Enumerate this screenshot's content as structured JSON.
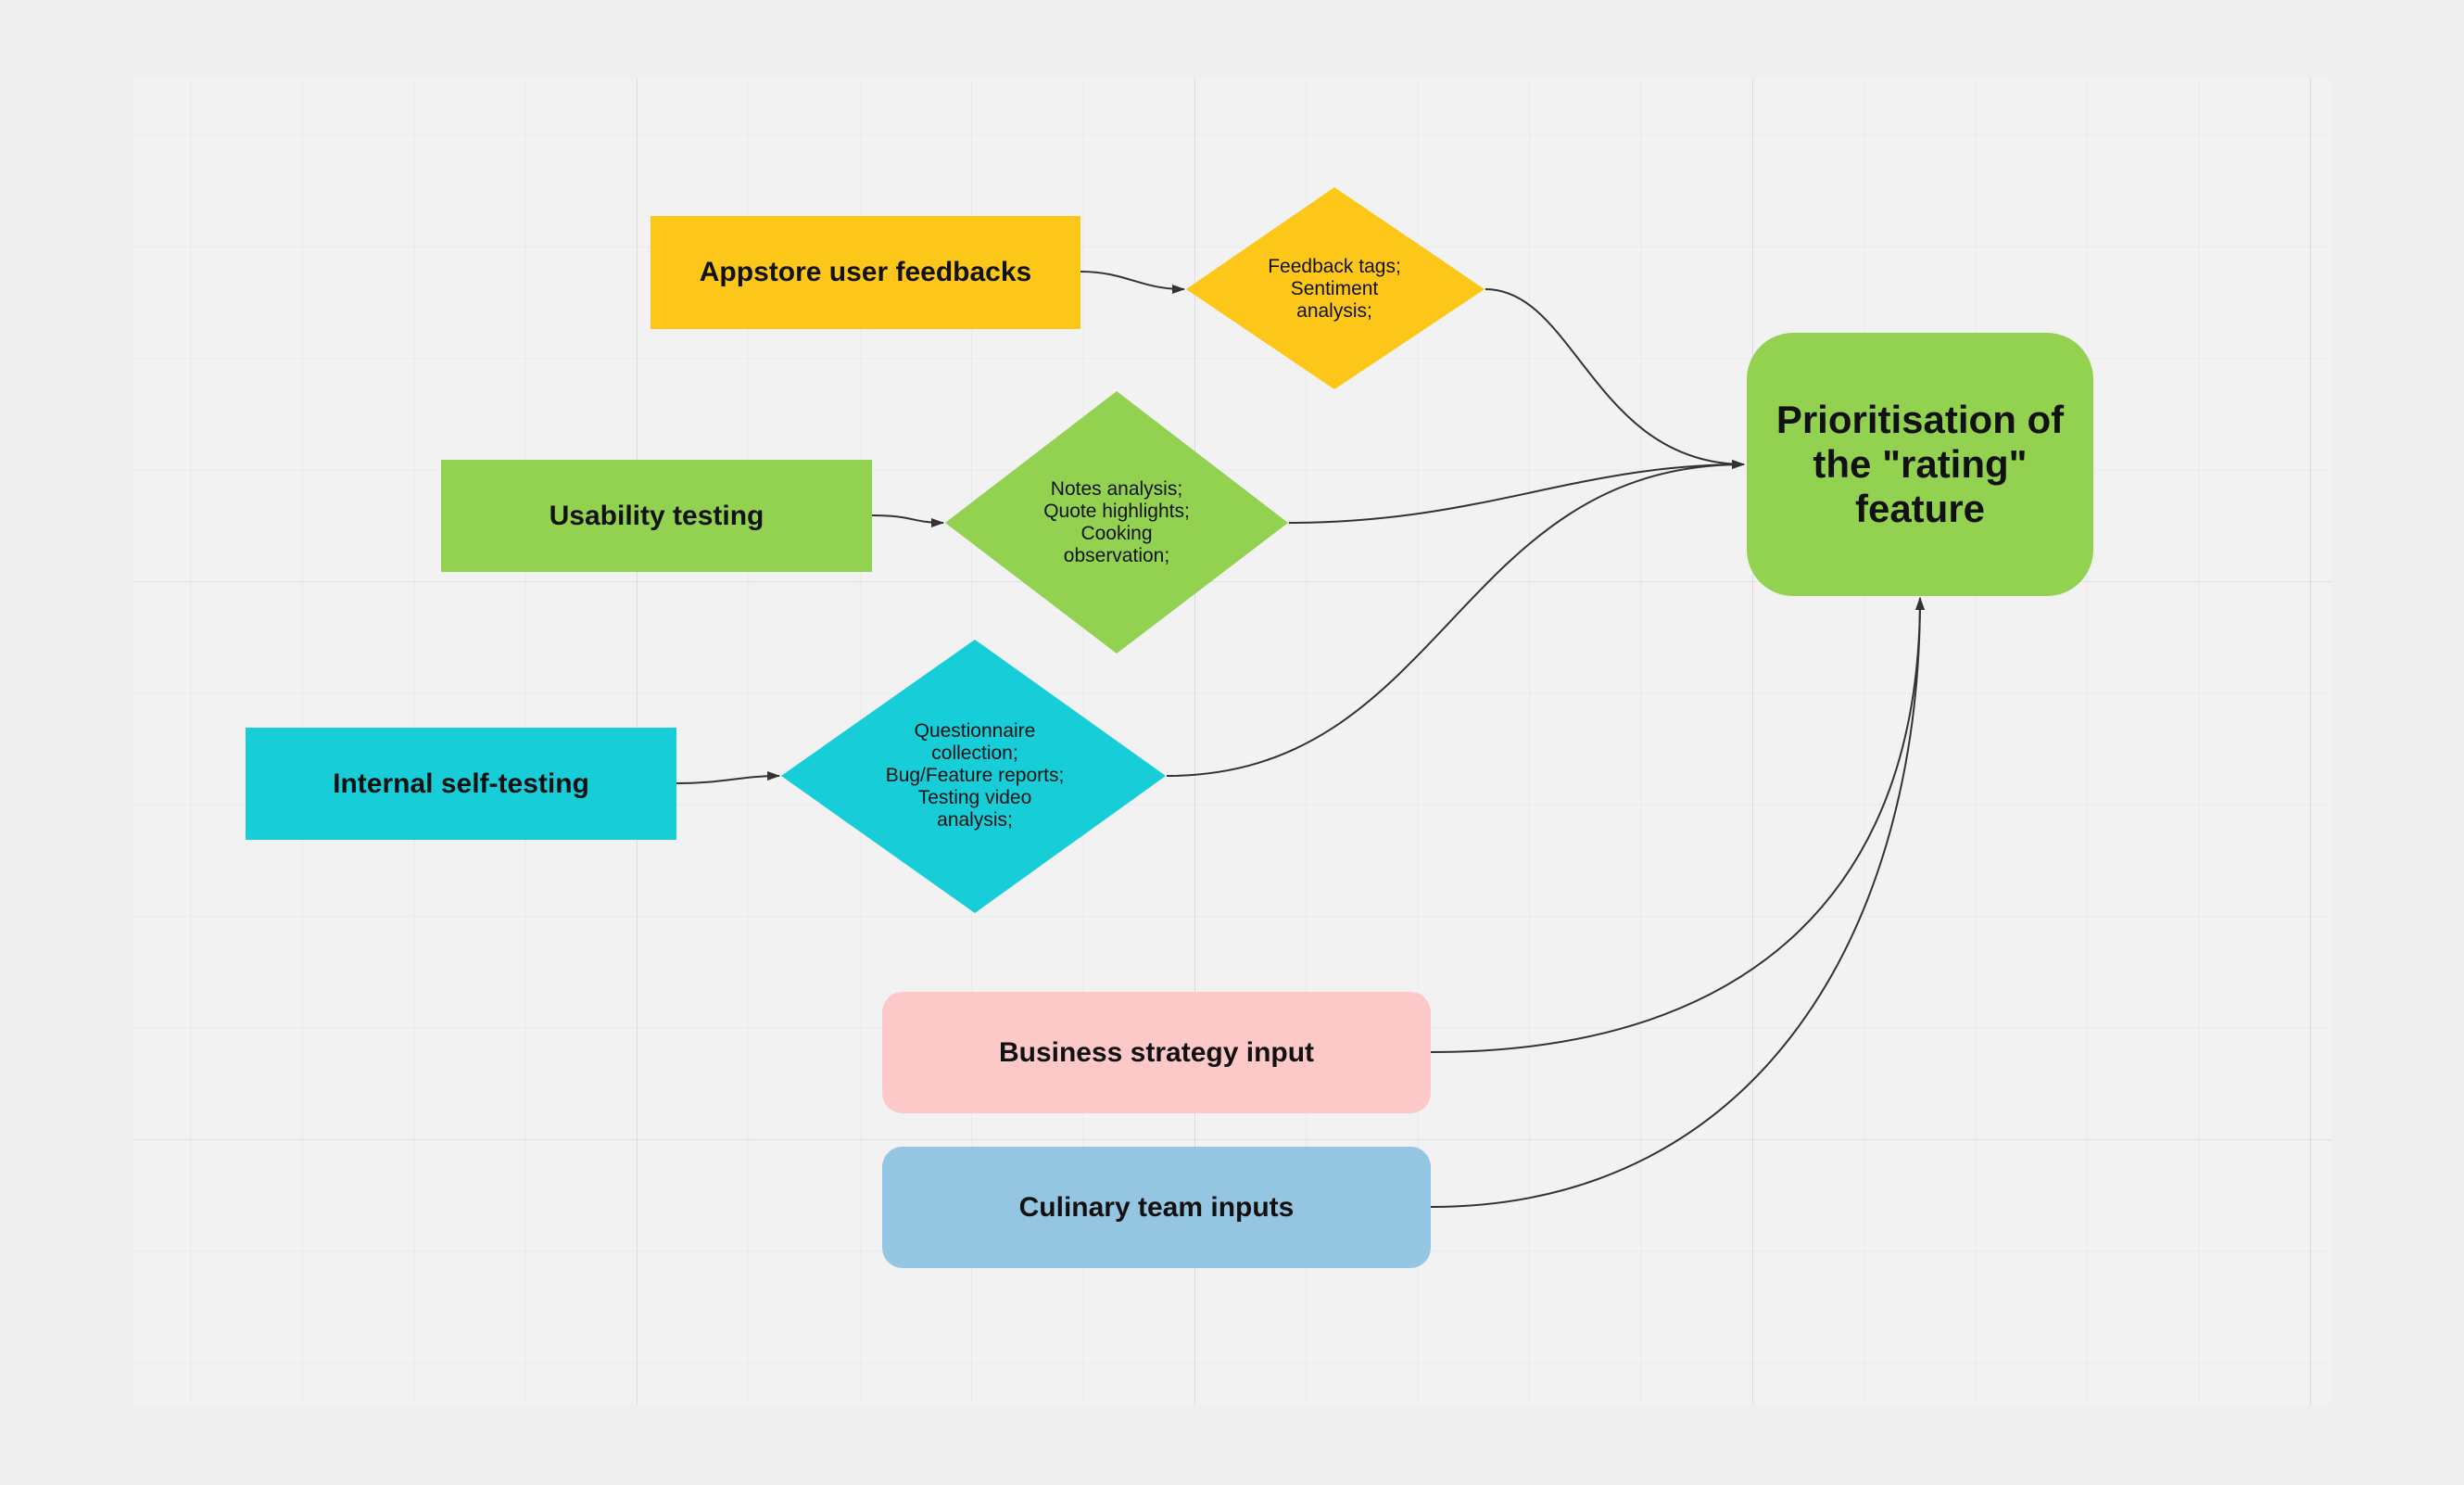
{
  "colors": {
    "yellow": "#fcc719",
    "green": "#93d250",
    "cyan": "#16cdd8",
    "pink": "#fcc8c8",
    "blue": "#94c6e2",
    "connector": "#333333"
  },
  "sources": [
    {
      "id": "appstore",
      "label": "Appstore user feedbacks",
      "color": "yellow"
    },
    {
      "id": "usability",
      "label": "Usability testing",
      "color": "green"
    },
    {
      "id": "internal",
      "label": "Internal self-testing",
      "color": "cyan"
    }
  ],
  "decisions": [
    {
      "id": "appstore-analysis",
      "label": "Feedback tags;\nSentiment\nanalysis;",
      "color": "yellow"
    },
    {
      "id": "usability-analysis",
      "label": "Notes analysis;\nQuote highlights;\nCooking\nobservation;",
      "color": "green"
    },
    {
      "id": "internal-analysis",
      "label": "Questionnaire\ncollection;\nBug/Feature reports;\nTesting video\nanalysis;",
      "color": "cyan"
    }
  ],
  "inputs": [
    {
      "id": "business",
      "label": "Business strategy input",
      "color": "pink"
    },
    {
      "id": "culinary",
      "label": "Culinary team inputs",
      "color": "blue"
    }
  ],
  "target": {
    "label": "Prioritisation of the \"rating\" feature",
    "color": "green"
  }
}
